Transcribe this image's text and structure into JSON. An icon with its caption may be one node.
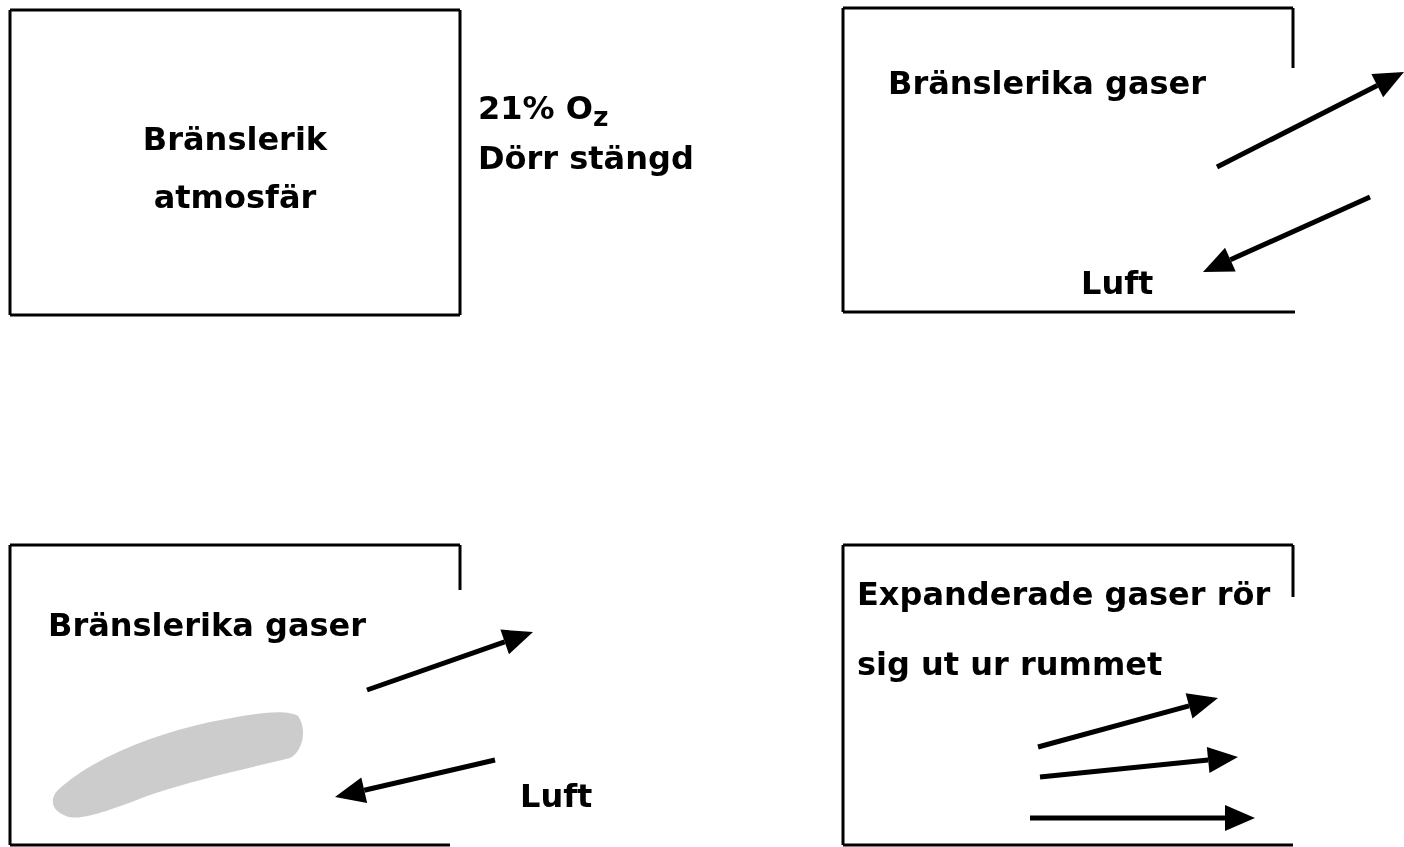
{
  "diagram": {
    "nodes": [
      {
        "text": [
          "Bränslerik atmosfär"
        ],
        "beside": [
          "21% O$_{z}$",
          "Dörr stängd"
        ]
      },
      {
        "text": [
          "Bränslerika gaser",
          "Luft"
        ]
      },
      {
        "text": [
          "Bränslerika gaser"
        ]
      },
      {
        "text": [
          "Expanderade gaser rör sig ut ur rummet"
        ]
      }
    ],
    "labels": [
      "Luft"
    ]
  }
}
